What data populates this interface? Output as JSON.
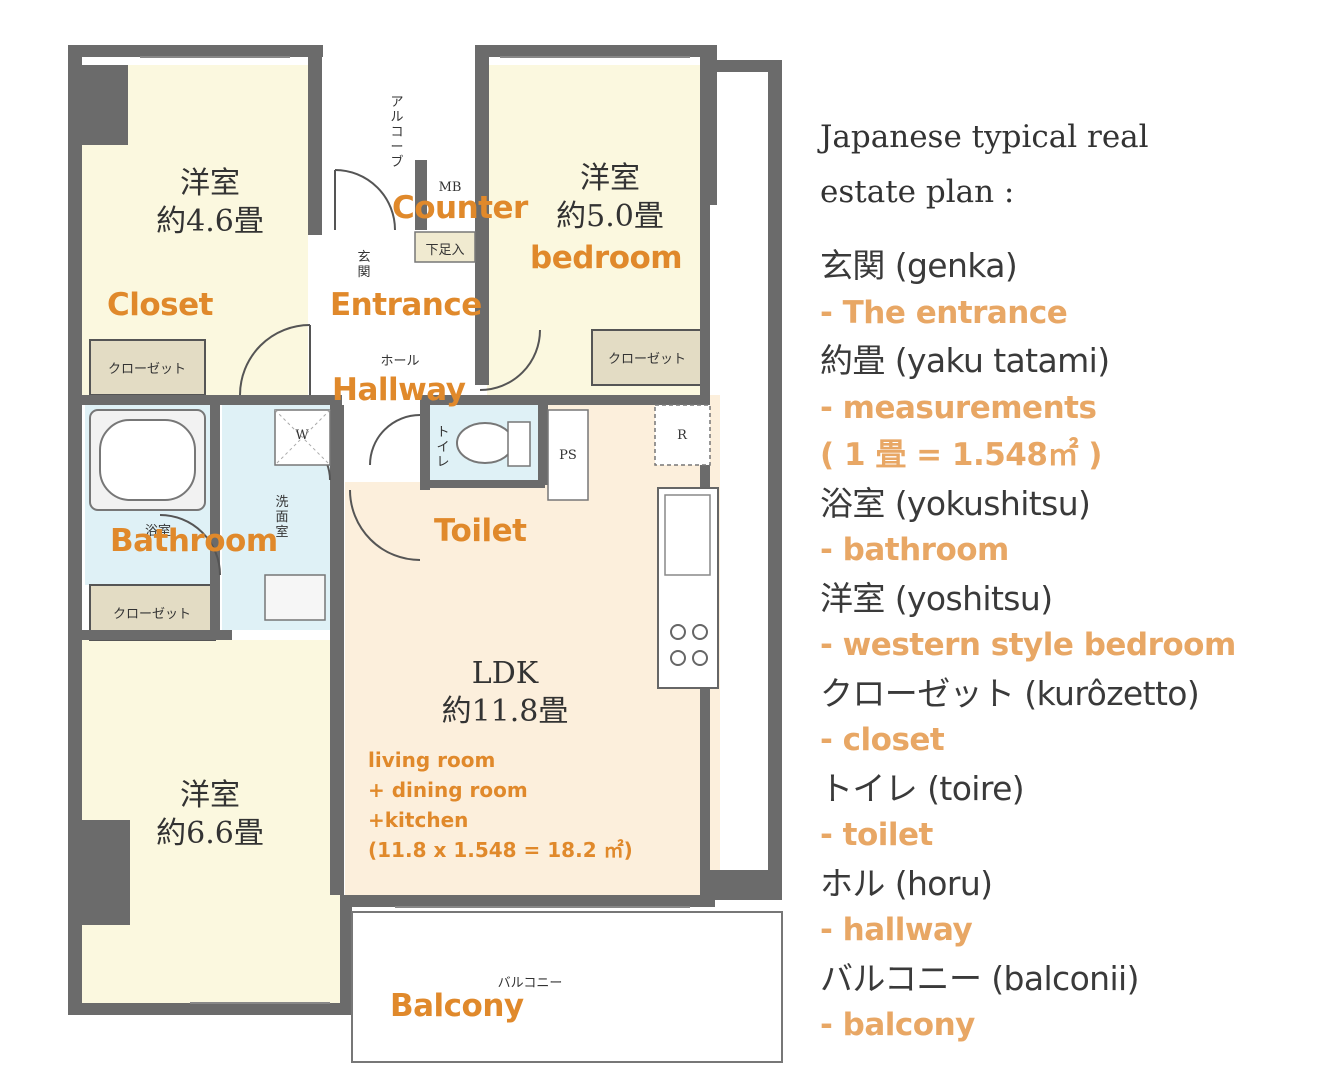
{
  "plan_labels": {
    "room_nw": "洋室\n約4.6畳",
    "room_ne": "洋室\n約5.0畳",
    "room_sw": "洋室\n約6.6畳",
    "ldk": "LDK\n約11.8畳",
    "closet_1": "クローゼット",
    "closet_2": "クローゼット",
    "closet_3": "クローゼット",
    "alcove": "アルコーブ",
    "mb": "MB",
    "shoe_box": "下足入",
    "genkan": "玄関",
    "hall": "ホール",
    "washer": "W",
    "wash_room": "洗面室",
    "bath": "浴室",
    "toilet": "トイレ",
    "ps": "PS",
    "fridge": "R",
    "balcony": "バルコニー"
  },
  "overlays": {
    "counter": "Counter",
    "bedroom": "bedroom",
    "closet": "Closet",
    "entrance": "Entrance",
    "hallway": "Hallway",
    "bathroom": "Bathroom",
    "toilet": "Toilet",
    "balcony": "Balcony",
    "ldk_desc_1": "living room",
    "ldk_desc_2": "+ dining room",
    "ldk_desc_3": "+kitchen",
    "ldk_desc_4": "(11.8 x 1.548 = 18.2 ㎡)"
  },
  "legend": {
    "title": "Japanese typical real\nestate plan :",
    "entries": [
      {
        "term": "玄関 (genka)",
        "def": "- The entrance"
      },
      {
        "term": "約畳 (yaku tatami)",
        "def": "- measurements"
      },
      {
        "term": "",
        "def": "( 1 畳 = 1.548㎡ )"
      },
      {
        "term": "浴室 (yokushitsu)",
        "def": "- bathroom"
      },
      {
        "term": "洋室 (yoshitsu)",
        "def": "- western style bedroom"
      },
      {
        "term": "クローゼット (kurôzetto)",
        "def": "- closet"
      },
      {
        "term": "トイレ (toire)",
        "def": "- toilet"
      },
      {
        "term": "ホル (horu)",
        "def": "- hallway"
      },
      {
        "term": "バルコニー (balconii)",
        "def": "- balcony"
      }
    ]
  },
  "colors": {
    "wall": "#6b6b6b",
    "room_fill": "#fbf8df",
    "ldk_fill": "#fcefdc",
    "wet_fill": "#dff1f6",
    "closet_fill": "#e3dcc4",
    "overlay": "#e0892b",
    "legend_def": "#e8a765"
  }
}
